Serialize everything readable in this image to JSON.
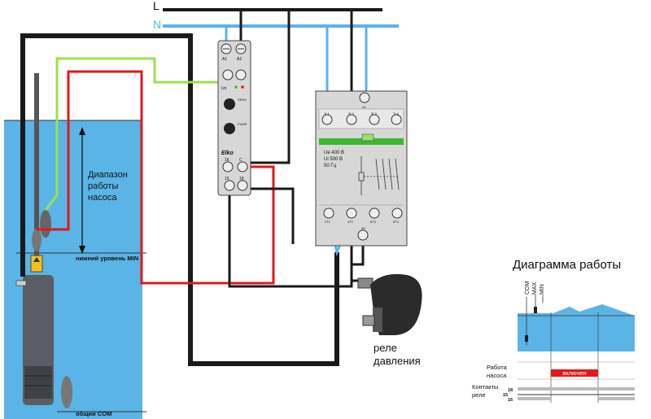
{
  "supply": {
    "l_label": "L",
    "n_label": "N"
  },
  "well": {
    "range_label_lines": [
      "Диапазон",
      "работы",
      "насоса"
    ],
    "min_level_label": "нижний уровень MIN",
    "common_label": "общий COM"
  },
  "level_relay": {
    "top_terminals": [
      "A1",
      "A2"
    ],
    "sensor_terminals_caption": "Un",
    "knob_labels": [
      "SENS",
      "PUMP"
    ],
    "brand": "Elko",
    "bottom_upper_terminals": [
      "16",
      "C"
    ],
    "bottom_lower_terminals": [
      "15",
      "18"
    ]
  },
  "contactor": {
    "top_terminal_labels": [
      "1L1",
      "3L2",
      "5L3",
      "7L4"
    ],
    "coil_label": "A1",
    "spec_lines": [
      "Ue 400 В",
      "Ui 500 В",
      "50 Гц"
    ],
    "bottom_terminal_labels": [
      "2T1",
      "4T2",
      "6T3",
      "8T4"
    ],
    "coil_label_2": "A2"
  },
  "pressure_relay": {
    "label_lines": [
      "реле",
      "давления"
    ]
  },
  "timing_diagram": {
    "title": "Диаграмма работы",
    "sensor_labels": [
      "COM",
      "MAX",
      "MIN"
    ],
    "rows": [
      {
        "label_lines": [
          "Работа",
          "насоса"
        ]
      },
      {
        "label_lines": [
          "Контакты",
          "реле"
        ]
      }
    ],
    "state_label": "включен",
    "contact_numbers": [
      "18",
      "15",
      "16"
    ]
  },
  "colors": {
    "phase_wire": "#1a1a1a",
    "neutral_wire": "#5ab4e6",
    "sensor_green": "#9ee04a",
    "min_red": "#e0191b",
    "water": "#5ab4e6",
    "contactor_bar": "#3db82f",
    "on_indicator": "#e0191b"
  }
}
